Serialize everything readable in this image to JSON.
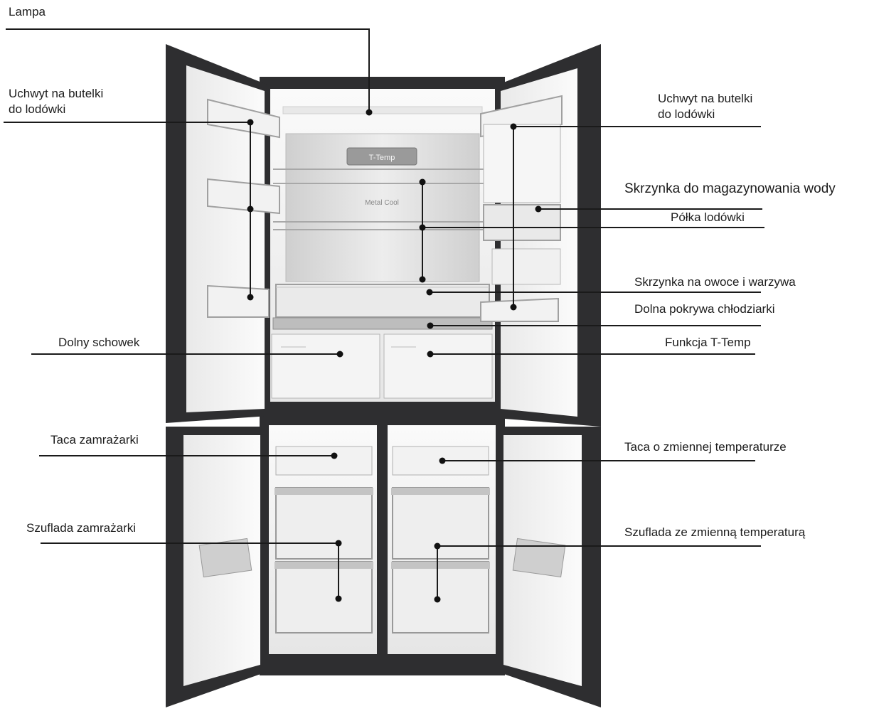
{
  "labels": {
    "lampa": "Lampa",
    "uchwyt_left": "Uchwyt na butelki\ndo lodówki",
    "uchwyt_right": "Uchwyt na butelki\ndo lodówki",
    "skrzynka_wody": "Skrzynka do magazynowania wody",
    "polka": "Półka lodówki",
    "skrzynka_owoce": "Skrzynka na owoce i warzywa",
    "pokrywa": "Dolna pokrywa chłodziarki",
    "dolny_schowek": "Dolny schowek",
    "t_temp": "Funkcja T-Temp",
    "taca_zamr": "Taca zamrażarki",
    "taca_zmienna": "Taca o zmiennej temperaturze",
    "szuflada_zamr": "Szuflada zamrażarki",
    "szuflada_zmienna": "Szuflada ze zmienną temperaturą"
  },
  "fridge_text": {
    "panel_display": "T-Temp",
    "metal_cool": "Metal Cool"
  },
  "colors": {
    "body": "#2e2e30",
    "interior": "#f1f1f1",
    "line": "#1a1a1a"
  }
}
